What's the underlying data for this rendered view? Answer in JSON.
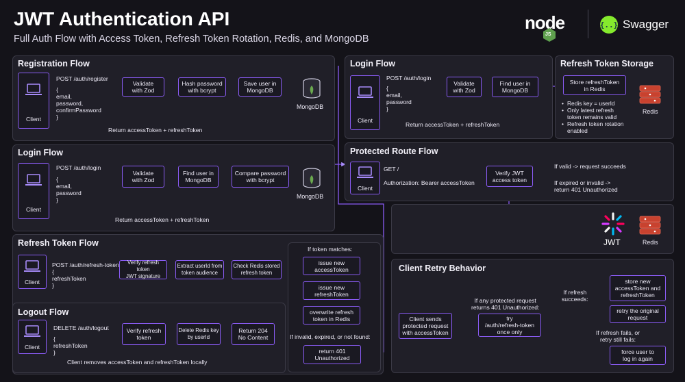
{
  "header": {
    "title": "JWT Authentication API",
    "subtitle": "Full Auth Flow with Access Token, Refresh Token Rotation, Redis, and MongoDB"
  },
  "logos": {
    "node": "node",
    "node_badge": "JS",
    "swagger": "Swagger",
    "jwt": "JWT",
    "redis": "Redis"
  },
  "colors": {
    "accent": "#8b5cf6",
    "panel": "#201f28",
    "background": "#141319"
  },
  "common": {
    "client": "Client",
    "mongodb": "MongoDB"
  },
  "registration": {
    "title": "Registration Flow",
    "request": "POST /auth/register",
    "body": "{\n   email,\n   password,\n   confirmPassword\n}",
    "validate": "Validate\nwith Zod",
    "hash": "Hash password\nwith bcrypt",
    "save": "Save user in\nMongoDB",
    "response": "Return accessToken + refreshToken"
  },
  "login_left": {
    "title": "Login Flow",
    "request": "POST /auth/login",
    "body": "{\n   email,\n   password\n}",
    "validate": "Validate\nwith Zod",
    "find": "Find user in\nMongoDB",
    "compare": "Compare password\nwith bcrypt",
    "response": "Return accessToken + refreshToken"
  },
  "refresh_flow": {
    "title": "Refresh Token Flow",
    "request": "POST /auth/refresh-token",
    "body": "{\n   refreshToken\n}",
    "verify": "Verify refresh token\nJWT signature",
    "extract": "Extract userId from\ntoken audience",
    "check": "Check Redis stored\nrefresh token",
    "if_match": "If token matches:",
    "issue_access": "issue new\naccessToken",
    "issue_refresh": "issue new\nrefreshToken",
    "overwrite": "overwrite refresh\ntoken in Redis",
    "if_invalid": "If invalid, expired, or not found:",
    "unauthorized": "return 401\nUnauthorized"
  },
  "logout": {
    "title": "Logout Flow",
    "request": "DELETE /auth/logout",
    "body": "{\n   refreshToken\n}",
    "verify": "Verify refresh\ntoken",
    "delete": "Delete Redis key\nby userId",
    "return": "Return 204\nNo Content",
    "response": "Client removes accessToken and refreshToken locally"
  },
  "login_right": {
    "title": "Login Flow",
    "request": "POST /auth/login",
    "body": "{\n   email,\n   password\n}",
    "validate": "Validate\nwith Zod",
    "find": "Find user in\nMongoDB",
    "response": "Return accessToken + refreshToken"
  },
  "storage": {
    "title": "Refresh Token Storage",
    "store": "Store refreshToken\nin Redis",
    "bullets": [
      "Redis key = userId",
      "Only latest refresh token remains valid",
      "Refresh token rotation enabled"
    ],
    "redis": "Redis"
  },
  "protected": {
    "title": "Protected Route Flow",
    "request": "GET /",
    "header": "Authorization: Bearer accessToken",
    "verify": "Verify JWT\naccess token",
    "valid": "If valid -> request succeeds",
    "invalid": "If expired or invalid ->\nreturn 401 Unauthorized"
  },
  "retry": {
    "title": "Client Retry Behavior",
    "sends": "Client sends\nprotected request\nwith accessToken",
    "if_any": "If any protected request\nreturns 401 Unauthorized:",
    "try": "try\n/auth/refresh-token\nonce only",
    "if_succeeds": "If refresh\nsucceeds:",
    "store": "store new\naccessToken and\nrefreshToken",
    "retry_original": "retry the original\nrequest",
    "if_fails": "If refresh fails, or\nretry still fails:",
    "force": "force user to\nlog in again"
  }
}
